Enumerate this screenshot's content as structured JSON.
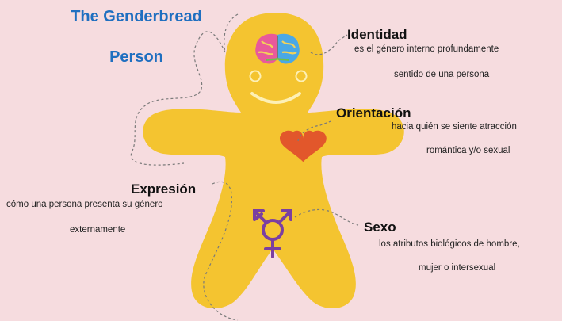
{
  "title": {
    "line1": "The Genderbread",
    "line2": "Person"
  },
  "labels": {
    "identidad": {
      "heading": "Identidad",
      "line1": "es el género interno profundamente",
      "line2": "sentido de una persona"
    },
    "orientacion": {
      "heading": "Orientación",
      "line1": "hacia quién se siente atracción",
      "line2": "romántica y/o sexual"
    },
    "expresion": {
      "heading": "Expresión",
      "line1": "cómo una persona presenta su género",
      "line2": "externamente"
    },
    "sexo": {
      "heading": "Sexo",
      "line1": "los atributos biológicos de hombre,",
      "line2": "mujer o intersexual"
    }
  },
  "icons": {
    "brain": "brain-icon",
    "heart": "heart-icon",
    "sex_symbol": "transgender-symbol-icon"
  },
  "colors": {
    "background": "#f6dcdf",
    "body": "#f4c430",
    "title": "#1f6fc0",
    "heart": "#e2572b",
    "symbol": "#7b3fa0"
  }
}
